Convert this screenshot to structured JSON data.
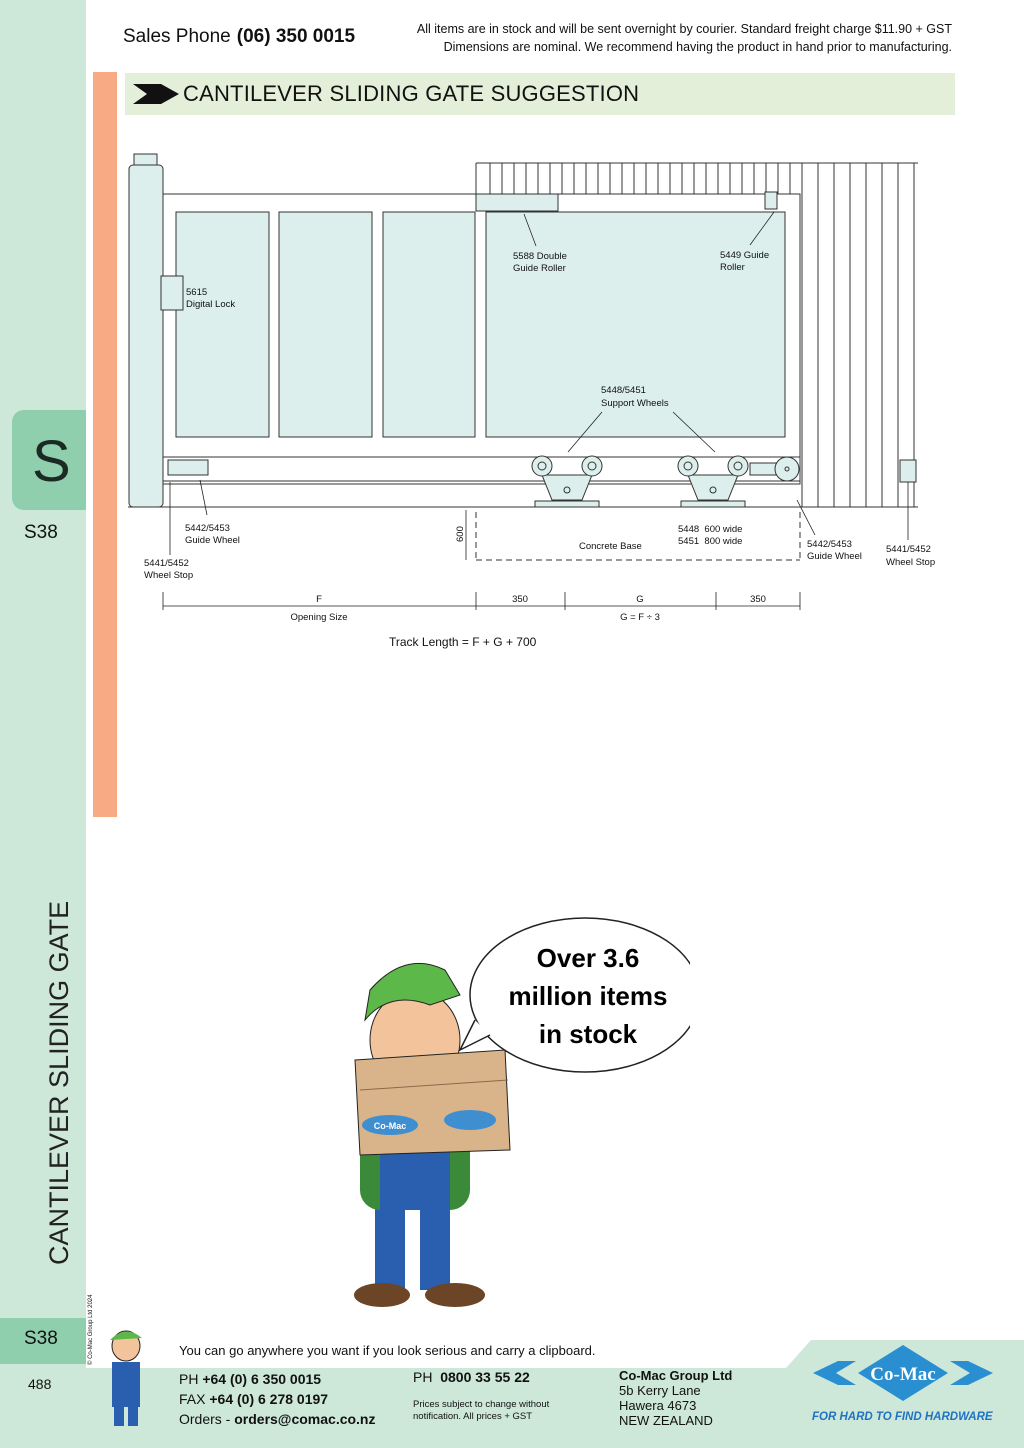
{
  "header": {
    "sales_label": "Sales Phone",
    "sales_phone": "(06) 350 0015",
    "notice_line1": "All items are in stock and will be sent overnight by courier. Standard freight charge $11.90 + GST",
    "notice_line2": "Dimensions are nominal. We recommend having the product in hand prior to manufacturing."
  },
  "section": {
    "title": "CANTILEVER SLIDING GATE SUGGESTION"
  },
  "sidebar": {
    "tab_letter": "S",
    "tab_code": "S38",
    "vertical_title": "CANTILEVER SLIDING GATE",
    "copyright": "© Co-Mac Group Ltd 2024",
    "bottom_code": "S38",
    "page_number": "488"
  },
  "diagram": {
    "digital_lock": [
      "5615",
      "Digital Lock"
    ],
    "double_roller": [
      "5588 Double",
      "Guide Roller"
    ],
    "guide_roller": [
      "5449 Guide",
      "Roller"
    ],
    "support_wheels": [
      "5448/5451",
      "Support Wheels"
    ],
    "guide_wheel_left": [
      "5442/5453",
      "Guide Wheel"
    ],
    "wheel_stop_left": [
      "5441/5452",
      "Wheel Stop"
    ],
    "wheel_sizes": [
      "5448  600 wide",
      "5451  800 wide"
    ],
    "guide_wheel_right": [
      "5442/5453",
      "Guide Wheel"
    ],
    "wheel_stop_right": [
      "5441/5452",
      "Wheel Stop"
    ],
    "depth": "600",
    "concrete": "Concrete Base",
    "dim_f": "F",
    "dim_f_label": "Opening Size",
    "dim_350a": "350",
    "dim_g": "G",
    "dim_g_label": "G = F ÷ 3",
    "dim_350b": "350",
    "track_length": "Track Length = F + G + 700"
  },
  "promo": {
    "bubble": [
      "Over 3.6",
      "million items",
      "in stock"
    ],
    "box_logo": "Co-Mac"
  },
  "footer": {
    "tagline": "You can go anywhere you want if you look serious and carry a clipboard.",
    "ph_label": "PH",
    "ph": "+64 (0) 6 350 0015",
    "fax_label": "FAX",
    "fax": "+64 (0) 6 278 0197",
    "orders_label": "Orders - ",
    "orders_email": "orders@comac.co.nz",
    "ph2_label": "PH",
    "ph2": "0800 33 55 22",
    "prices_note": [
      "Prices subject to change without",
      "notification. All prices + GST"
    ],
    "company": "Co-Mac Group Ltd",
    "address": [
      "5b Kerry Lane",
      "Hawera 4673",
      "NEW ZEALAND"
    ],
    "logo": "Co-Mac",
    "slogan": "FOR HARD TO FIND HARDWARE"
  },
  "colors": {
    "sidebar": "#cde8d9",
    "tab": "#8fcfad",
    "orange": "#f7aa84",
    "titlebar": "#e4efda",
    "glass": "#dcefec",
    "logo_blue": "#2a8fd0"
  }
}
